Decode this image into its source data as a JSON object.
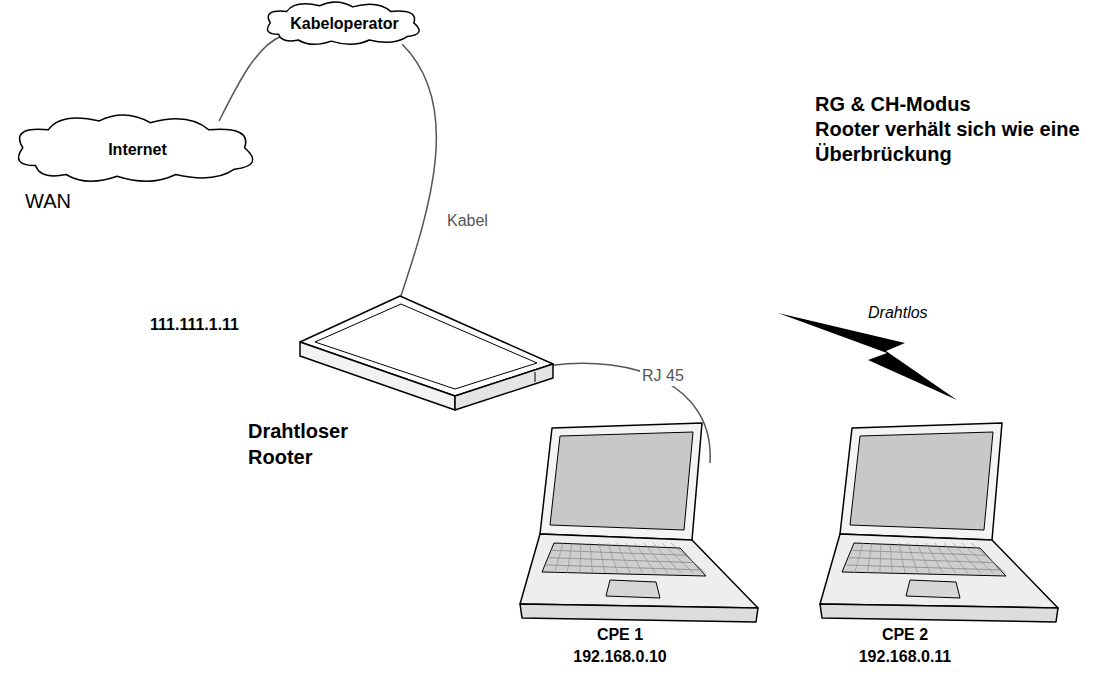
{
  "diagram": {
    "nodes": [
      {
        "text": [
          "Internet"
        ]
      },
      {
        "text": [
          "Kabeloperator"
        ]
      },
      {
        "text": [
          "Drahtloser Rooter"
        ]
      },
      {
        "text": [
          "CPE 1",
          "192.168.0.10"
        ]
      },
      {
        "text": [
          "CPE 2",
          "192.168.0.11"
        ]
      }
    ],
    "edges": [
      {
        "from": 0,
        "to": 1,
        "arrow": "none"
      },
      {
        "from": 1,
        "to": 2,
        "label": "Kabel",
        "arrow": "none"
      },
      {
        "from": 2,
        "to": 3,
        "label": "RJ 45",
        "arrow": "none"
      }
    ],
    "labels": [
      "WAN",
      "RG & CH-Modus",
      "Rooter verhält sich wie eine Überbrückung",
      "111.111.1.11",
      "Drahtlos"
    ]
  }
}
